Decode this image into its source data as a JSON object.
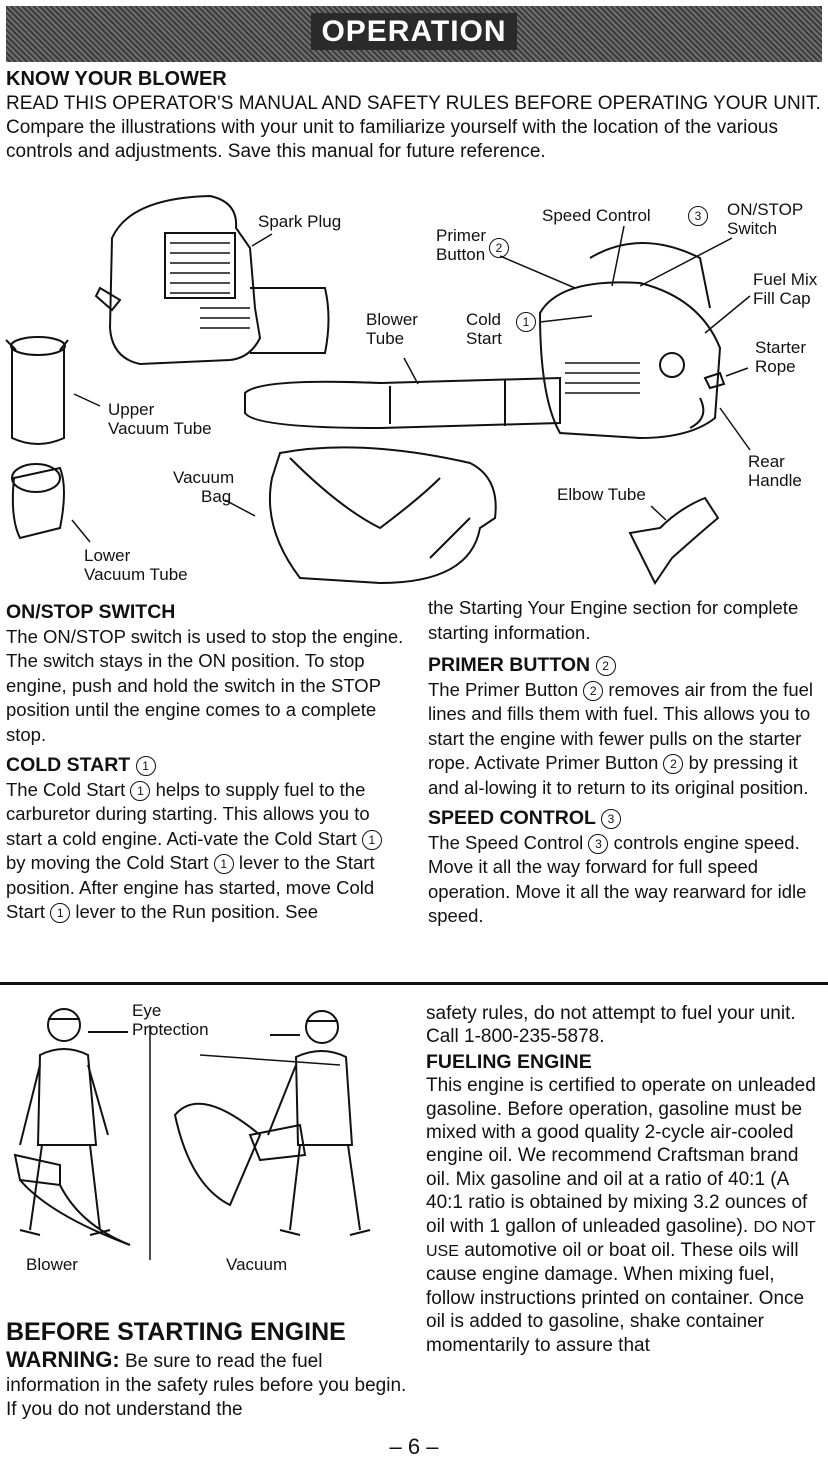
{
  "header": {
    "title": "OPERATION"
  },
  "intro": {
    "heading": "KNOW YOUR BLOWER",
    "text": "READ THIS OPERATOR'S MANUAL AND SAFETY RULES BEFORE OPERATING YOUR UNIT. Compare the illustrations with your unit to familiarize yourself with the location of the various controls and adjustments. Save this manual for future reference."
  },
  "diagram_labels": {
    "spark_plug": "Spark Plug",
    "primer_line1": "Primer",
    "primer_line2": "Button",
    "speed_control": "Speed Control",
    "on_stop_line1": "ON/STOP",
    "on_stop_line2": "Switch",
    "fuel_mix_line1": "Fuel Mix",
    "fuel_mix_line2": "Fill Cap",
    "blower_tube_line1": "Blower",
    "blower_tube_line2": "Tube",
    "cold_start_line1": "Cold",
    "cold_start_line2": "Start",
    "starter_rope_line1": "Starter",
    "starter_rope_line2": "Rope",
    "upper_vac_line1": "Upper",
    "upper_vac_line2": "Vacuum Tube",
    "vac_bag_line1": "Vacuum",
    "vac_bag_line2": "Bag",
    "rear_handle_line1": "Rear",
    "rear_handle_line2": "Handle",
    "elbow_tube": "Elbow Tube",
    "lower_vac_line1": "Lower",
    "lower_vac_line2": "Vacuum Tube",
    "num1": "1",
    "num2": "2",
    "num3": "3"
  },
  "left_col": {
    "onstop_head": "ON/STOP SWITCH",
    "onstop_text": "The ON/STOP switch is used to stop the engine. The switch stays in the ON position. To stop engine, push and hold the switch in the STOP position until the engine comes to a complete stop.",
    "cold_head": "COLD START",
    "cold_t1": "The Cold Start",
    "cold_t2": "helps to supply fuel to the carburetor during starting. This allows you to start a cold engine. Acti-vate the Cold Start",
    "cold_t3": "by moving the Cold Start",
    "cold_t4": "lever to the Start position. After engine has started, move Cold Start",
    "cold_t5": "lever to the Run position. See"
  },
  "right_col": {
    "cont_text": "the Starting Your Engine section for complete starting information.",
    "primer_head": "PRIMER BUTTON",
    "primer_t1": "The Primer Button",
    "primer_t2": "removes air from the fuel lines and fills them with fuel. This allows you to start the engine with fewer pulls on the starter rope. Activate Primer Button",
    "primer_t3": "by pressing it and al-lowing it to return to its original position.",
    "speed_head": "SPEED CONTROL",
    "speed_t1": "The Speed Control",
    "speed_t2": "controls engine speed. Move it all the way forward for full speed operation. Move it all the way rearward for idle speed."
  },
  "people": {
    "eye_line1": "Eye",
    "eye_line2": "Protection",
    "blower": "Blower",
    "vacuum": "Vacuum"
  },
  "before": {
    "heading": "BEFORE STARTING ENGINE",
    "warning_label": "WARNING:",
    "warning_text": "Be sure to read the fuel information in the safety rules before you begin. If you do not understand the"
  },
  "right_lower": {
    "cont": "safety rules, do not attempt to fuel your unit. Call 1-800-235-5878.",
    "fuel_head": "FUELING ENGINE",
    "fuel_t1": "This engine is certified to operate on unleaded gasoline. Before operation, gasoline must be mixed with a good quality 2-cycle air-cooled engine oil. We recommend Craftsman brand oil. Mix gasoline and oil at a ratio of 40:1 (A 40:1 ratio is obtained by mixing 3.2 ounces of oil with 1 gallon of unleaded gasoline).",
    "fuel_caps": "DO NOT USE",
    "fuel_t2": "automotive oil or boat oil. These oils will cause engine damage. When mixing fuel, follow instructions printed on container. Once oil is added to gasoline, shake container momentarily to assure that"
  },
  "footer": {
    "page": "– 6 –"
  }
}
